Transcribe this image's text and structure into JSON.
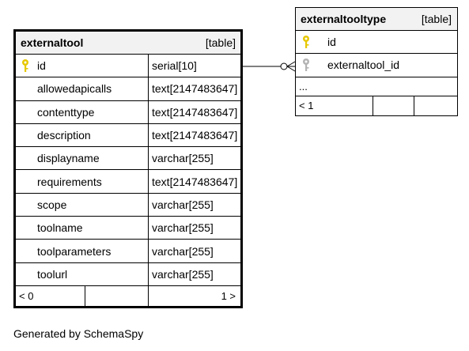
{
  "tables": [
    {
      "name": "externaltool",
      "kind": "[table]",
      "columns": [
        {
          "name": "id",
          "type": "serial[10]",
          "key": "primary"
        },
        {
          "name": "allowedapicalls",
          "type": "text[2147483647]"
        },
        {
          "name": "contenttype",
          "type": "text[2147483647]"
        },
        {
          "name": "description",
          "type": "text[2147483647]"
        },
        {
          "name": "displayname",
          "type": "varchar[255]"
        },
        {
          "name": "requirements",
          "type": "text[2147483647]"
        },
        {
          "name": "scope",
          "type": "varchar[255]"
        },
        {
          "name": "toolname",
          "type": "varchar[255]"
        },
        {
          "name": "toolparameters",
          "type": "varchar[255]"
        },
        {
          "name": "toolurl",
          "type": "varchar[255]"
        }
      ],
      "footer": {
        "parents": "< 0",
        "children": "1 >"
      }
    },
    {
      "name": "externaltooltype",
      "kind": "[table]",
      "columns": [
        {
          "name": "id",
          "key": "primary"
        },
        {
          "name": "externaltool_id",
          "key": "foreign"
        }
      ],
      "more": "...",
      "footer": {
        "parents": "< 1"
      }
    }
  ],
  "relationship": {
    "from": "externaltooltype.externaltool_id",
    "to": "externaltool.id"
  },
  "colors": {
    "primary_key": "#e6c800",
    "foreign_key": "#b3b3b3",
    "header_bg": "#f2f2f2"
  },
  "generated_by": "Generated by SchemaSpy"
}
